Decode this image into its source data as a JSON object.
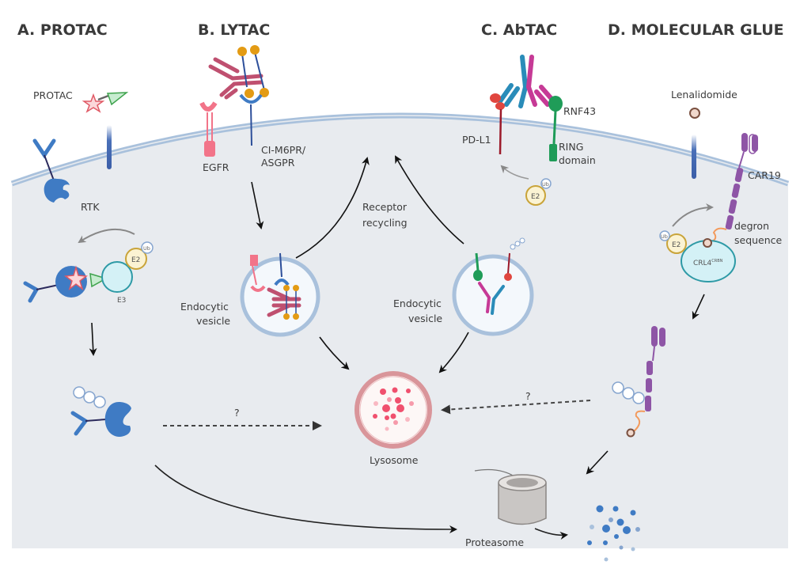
{
  "panels": {
    "a": "A. PROTAC",
    "b": "B. LYTAC",
    "c": "C. AbTAC",
    "d": "D. MOLECULAR GLUE"
  },
  "labels": {
    "protac": "PROTAC",
    "rtk": "RTK",
    "e2": "E2",
    "e3": "E3",
    "ub": "Ub",
    "egfr": "EGFR",
    "cim6pr_line1": "CI-M6PR/",
    "cim6pr_line2": "ASGPR",
    "receptor_recycling_line1": "Receptor",
    "receptor_recycling_line2": "recycling",
    "endocytic_line1": "Endocytic",
    "endocytic_line2": "vesicle",
    "pdl1": "PD-L1",
    "rnf43": "RNF43",
    "ring_line1": "RING",
    "ring_line2": "domain",
    "lenalidomide": "Lenalidomide",
    "car19": "CAR19",
    "degron_line1": "degron",
    "degron_line2": "sequence",
    "crl4": "CRL4",
    "crl4_sup": "CRBN",
    "lysosome": "Lysosome",
    "proteasome": "Proteasome",
    "unknown_left": "?",
    "unknown_right": "?"
  },
  "colors": {
    "cytoplasm": "#e8ebef",
    "membrane": "#a9c1dc",
    "rtk_blue": "#3f7bc4",
    "protac_star": "#e05a66",
    "protac_triangle": "#3fa34d",
    "e3_fill": "#d4f1f6",
    "e3_stroke": "#2e9aa6",
    "e2_fill": "#fbf3d3",
    "e2_stroke": "#c9a43a",
    "antibody_red": "#bf5070",
    "gold": "#e39b14",
    "egfr_pink": "#f27489",
    "abtac_teal": "#2a8cb9",
    "abtac_magenta": "#c63a96",
    "rnf43_green": "#1f9c58",
    "pdl1_red": "#e0463f",
    "car19_purple": "#8e55a6",
    "degron_orange": "#f39a5c",
    "lysosome_ring": "#d9959a",
    "proteasome_grey": "#c9c6c4"
  }
}
